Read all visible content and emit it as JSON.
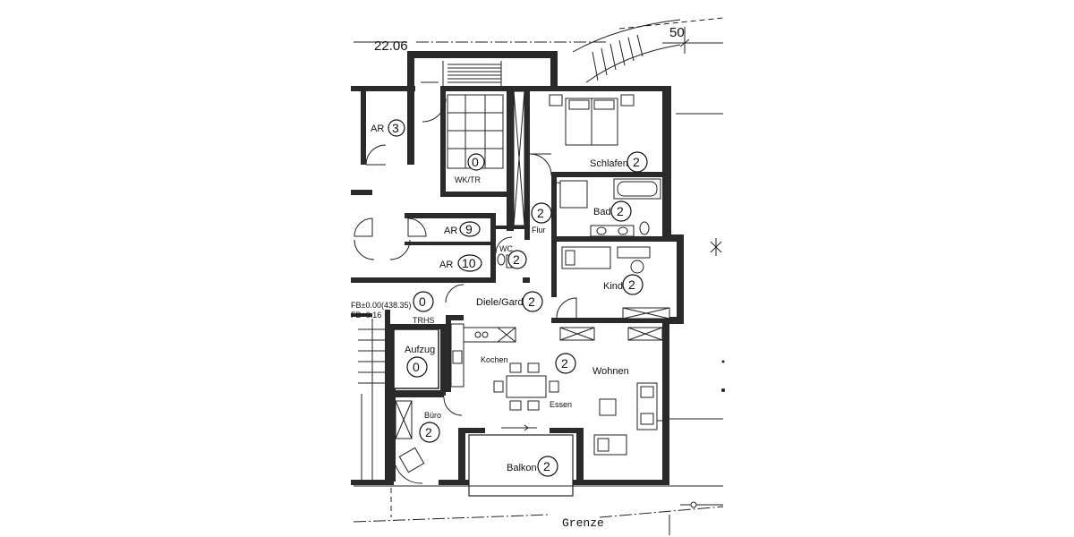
{
  "dimensions": {
    "left": "22.06",
    "right": "50"
  },
  "boundary_label": "Grenze",
  "level_note": {
    "line1": "FB±0.00(438.35)",
    "line2": "FB+0.16"
  },
  "rooms": {
    "ar3": {
      "name": "AR",
      "num": "3"
    },
    "wktr": {
      "name": "WK/TR",
      "num": "0"
    },
    "schlafen": {
      "name": "Schlafen",
      "num": "2"
    },
    "bad": {
      "name": "Bad",
      "num": "2"
    },
    "flur": {
      "name": "Flur",
      "num": "2"
    },
    "ar9": {
      "name": "AR",
      "num": "9"
    },
    "ar10": {
      "name": "AR",
      "num": "10"
    },
    "wc": {
      "name": "WC",
      "num": "2"
    },
    "kind": {
      "name": "Kind",
      "num": "2"
    },
    "trhs": {
      "name": "TRHS",
      "num": "0"
    },
    "diele": {
      "name": "Diele/Gard.",
      "num": "2"
    },
    "aufzug": {
      "name": "Aufzug",
      "num": "0"
    },
    "kochen": {
      "name": "Kochen"
    },
    "wohnen": {
      "name": "Wohnen",
      "num": "2"
    },
    "essen": {
      "name": "Essen"
    },
    "buero": {
      "name": "Büro",
      "num": "2"
    },
    "balkon": {
      "name": "Balkon",
      "num": "2"
    }
  }
}
